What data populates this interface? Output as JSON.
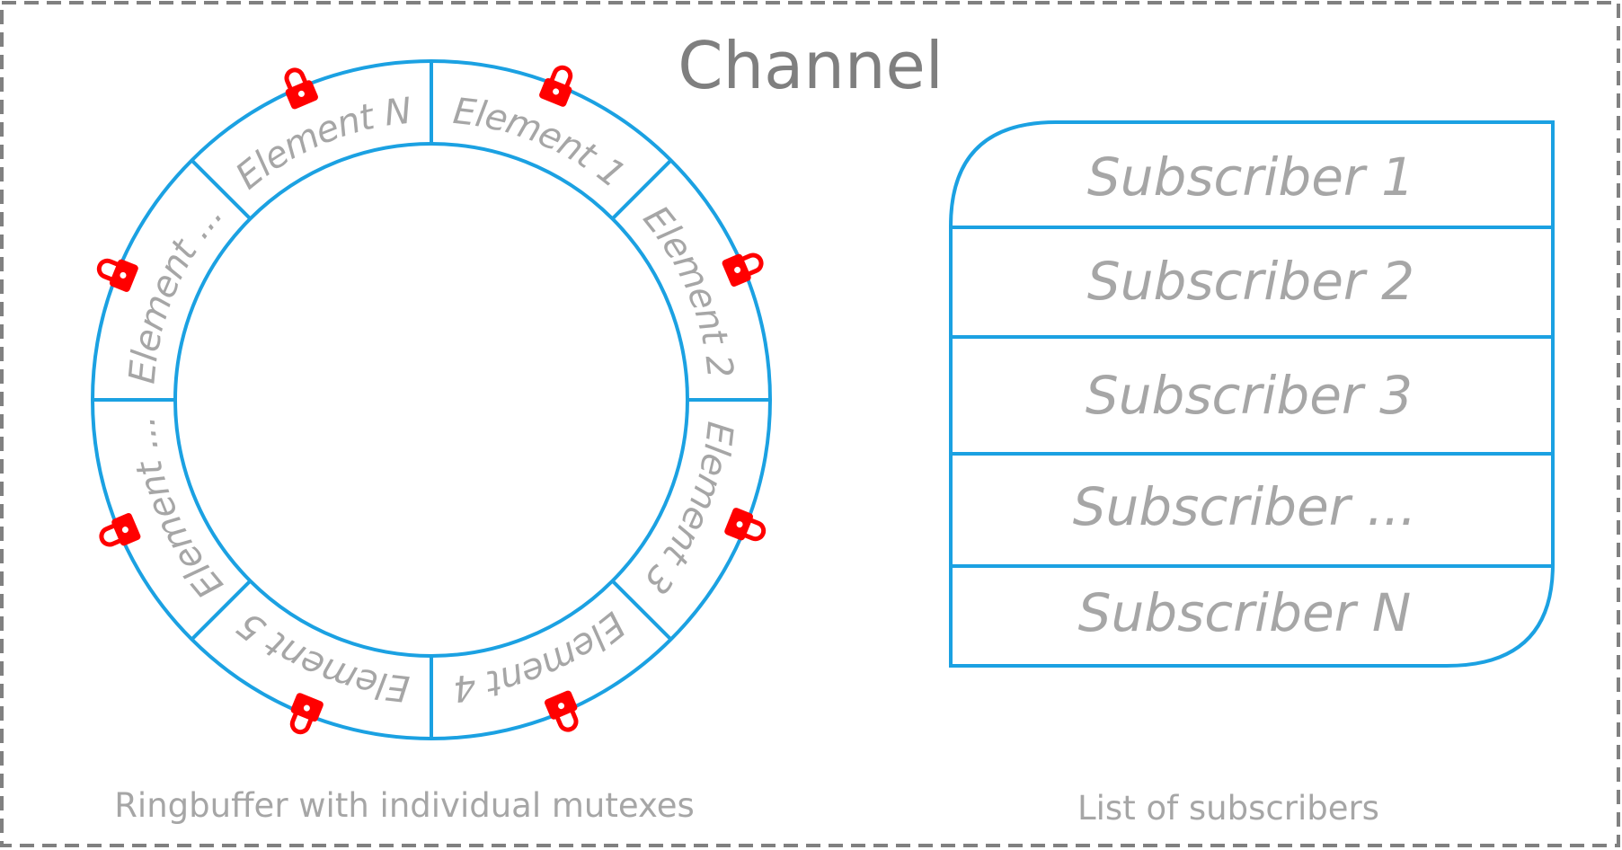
{
  "channel": {
    "title": "Channel"
  },
  "ringbuffer": {
    "caption": "Ringbuffer with individual mutexes",
    "segments": [
      {
        "label": "Element 1"
      },
      {
        "label": "Element 2"
      },
      {
        "label": "Element 3"
      },
      {
        "label": "Element 4"
      },
      {
        "label": "Element 5"
      },
      {
        "label": "Element ..."
      },
      {
        "label": "Element ..."
      },
      {
        "label": "Element N"
      }
    ],
    "lock_icon": "padlock-icon"
  },
  "subscribers": {
    "caption": "List of subscribers",
    "items": [
      {
        "label": "Subscriber 1"
      },
      {
        "label": "Subscriber 2"
      },
      {
        "label": "Subscriber 3"
      },
      {
        "label": "Subscriber ..."
      },
      {
        "label": "Subscriber N"
      }
    ]
  },
  "colors": {
    "ring": "#1ba1e2",
    "lock": "#ff0000",
    "text": "#a6a6a6",
    "title": "#7f7f7f",
    "border": "#808080"
  }
}
